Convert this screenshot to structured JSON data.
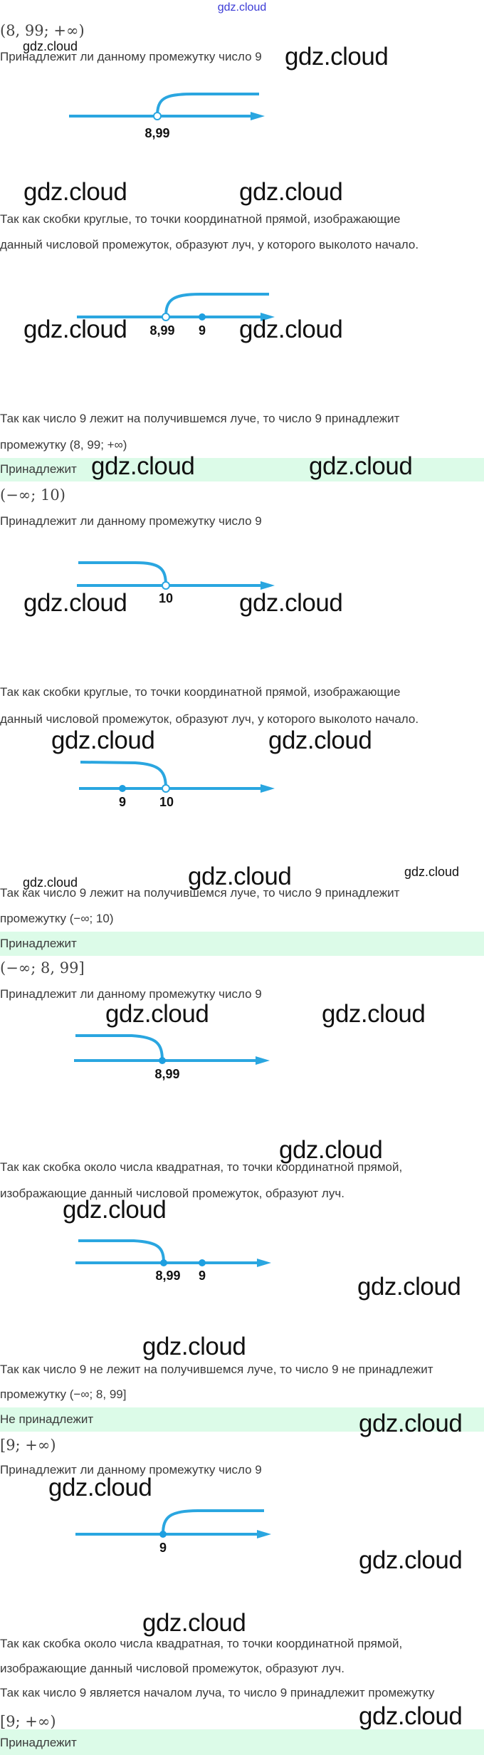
{
  "header": {
    "site": "gdz.cloud"
  },
  "watermark": "gdz.cloud",
  "colors": {
    "line": "#2aa6e0",
    "answer_bg": "#dcfbe8",
    "header_link": "#3b3bd6"
  },
  "sections": [
    {
      "interval": "(8, 99;  +∞)",
      "question": "Принадлежит ли данному промежутку число 9",
      "diagram1": {
        "labels": [
          "8,99"
        ]
      },
      "explanation": [
        "Так как скобки круглые, то точки координатной прямой, изображающие",
        "данный числовой промежуток, образуют луч, у которого выколото начало."
      ],
      "diagram2": {
        "labels": [
          "8,99",
          "9"
        ]
      },
      "conclusion": [
        "Так как число 9 лежит на получившемся луче, то число 9 принадлежит",
        "промежутку (8, 99;  +∞)"
      ],
      "answer": "Принадлежит"
    },
    {
      "interval": "(−∞;  10)",
      "question": "Принадлежит ли данному промежутку число 9",
      "diagram1": {
        "labels": [
          "10"
        ]
      },
      "explanation": [
        "Так как скобки круглые, то точки координатной прямой, изображающие",
        "данный числовой промежуток, образуют луч, у которого выколото начало."
      ],
      "diagram2": {
        "labels": [
          "9",
          "10"
        ]
      },
      "conclusion": [
        "Так как число 9 лежит на получившемся луче, то число 9 принадлежит",
        "промежутку (−∞;  10)"
      ],
      "answer": "Принадлежит"
    },
    {
      "interval": "(−∞;  8, 99]",
      "question": "Принадлежит ли данному промежутку число 9",
      "diagram1": {
        "labels": [
          "8,99"
        ]
      },
      "explanation": [
        "Так как скобка около числа квадратная, то точки координатной прямой,",
        "изображающие данный числовой промежуток, образуют луч."
      ],
      "diagram2": {
        "labels": [
          "8,99",
          "9"
        ]
      },
      "conclusion": [
        "Так как число 9 не лежит на получившемся луче, то число 9 не принадлежит",
        "промежутку (−∞;  8, 99]"
      ],
      "answer": "Не принадлежит"
    },
    {
      "interval": "[9;  +∞)",
      "question": "Принадлежит ли данному промежутку число 9",
      "diagram1": {
        "labels": [
          "9"
        ]
      },
      "explanation": [
        "Так как скобка около числа квадратная, то точки координатной прямой,",
        "изображающие данный числовой промежуток, образуют луч."
      ],
      "conclusion": [
        "Так как число 9 является началом луча, то число 9 принадлежит промежутку",
        "[9;  +∞)"
      ],
      "answer": "Принадлежит"
    }
  ]
}
